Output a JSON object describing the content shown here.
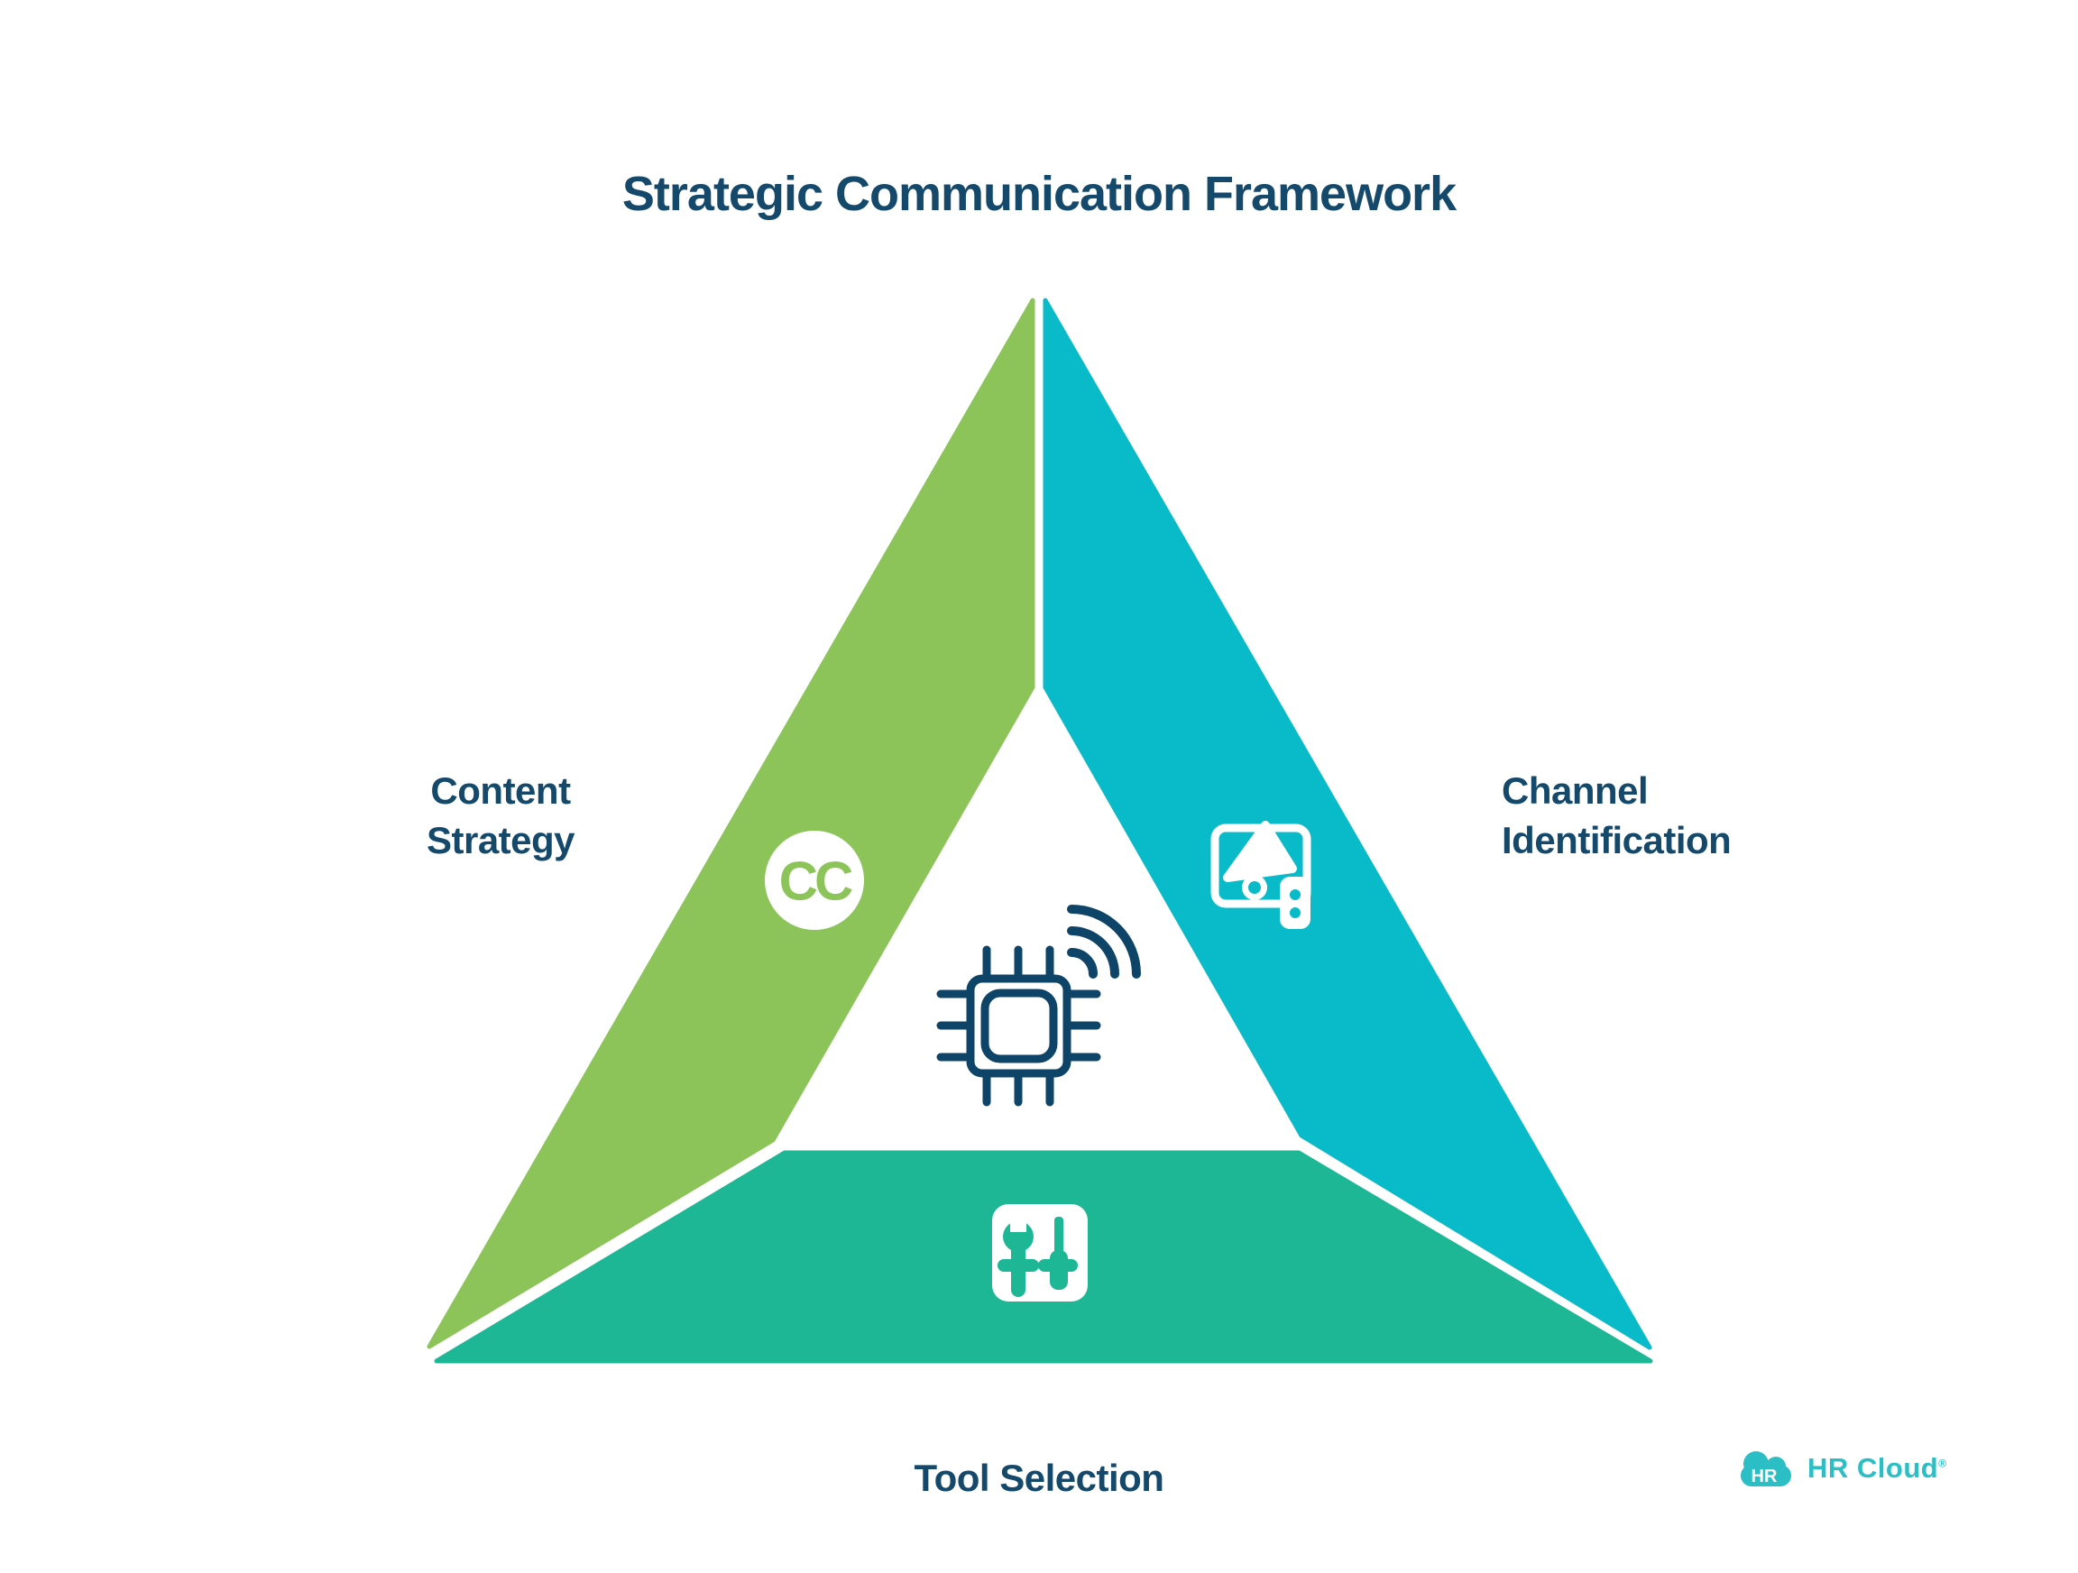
{
  "title": "Strategic Communication Framework",
  "triangle": {
    "segments": [
      {
        "id": "content-strategy",
        "label": "Content\nStrategy",
        "color": "#8CC45A",
        "icon": "cc-icon"
      },
      {
        "id": "channel-identification",
        "label": "Channel\nIdentification",
        "color": "#09BBC8",
        "icon": "tablet-megaphone-icon"
      },
      {
        "id": "tool-selection",
        "label": "Tool Selection",
        "color": "#1EB796",
        "icon": "wrench-screwdriver-icon"
      }
    ],
    "center_icon": "chip-wifi-icon",
    "center_icon_color": "#0D4467",
    "gap_color": "#FFFFFF"
  },
  "cc_badge": {
    "label": "CC"
  },
  "logo": {
    "badge_text": "HR",
    "brand_text": "HR Cloud",
    "registered_mark": "®",
    "color": "#2BBFC5"
  },
  "styles": {
    "heading_color": "#15496B",
    "background": "#FFFFFF"
  }
}
